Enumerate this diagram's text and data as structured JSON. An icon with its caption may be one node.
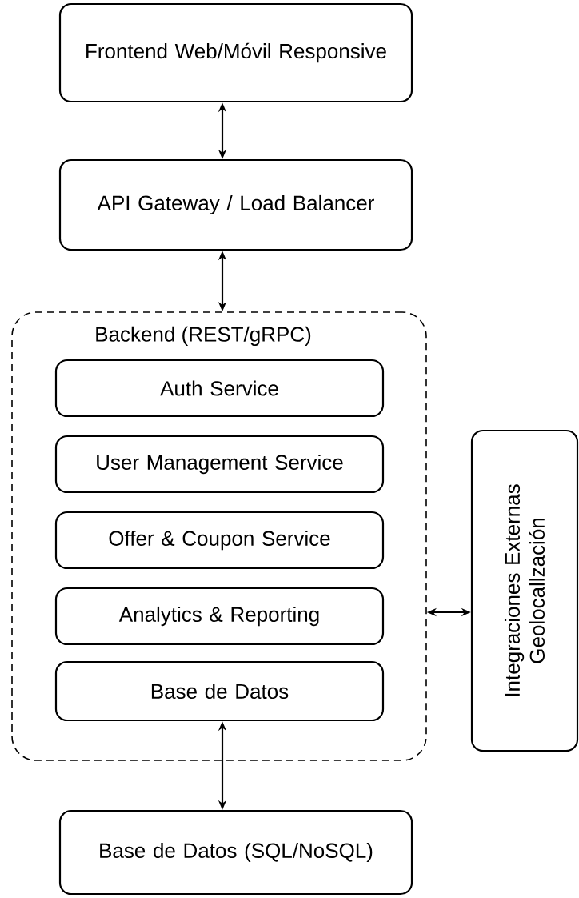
{
  "diagram": {
    "nodes": [
      {
        "text": [
          "Frontend Web/Móvil Responsive"
        ]
      },
      {
        "text": [
          "API Gateway / Load Balancer"
        ]
      },
      {
        "text": [
          "Backend (REST/gRPC)"
        ]
      },
      {
        "text": [
          "Auth Service"
        ],
        "in": 2
      },
      {
        "text": [
          "User Management Service"
        ],
        "in": 2
      },
      {
        "text": [
          "Offer & Coupon Service"
        ],
        "in": 2
      },
      {
        "text": [
          "Analytics & Reporting"
        ],
        "in": 2
      },
      {
        "text": [
          "Base de Datos"
        ],
        "in": 2
      },
      {
        "text": [
          "Base de Datos (SQL/NoSQL)"
        ]
      },
      {
        "text": [
          "Integraciones Externas Geolocallzación"
        ]
      }
    ],
    "edges": [
      {
        "from": 0,
        "to": 1,
        "arrow": "both"
      },
      {
        "from": 1,
        "to": 2,
        "arrow": "both"
      },
      {
        "from": 7,
        "to": 8,
        "arrow": "both"
      },
      {
        "from": 2,
        "to": 9,
        "arrow": "both"
      }
    ]
  }
}
